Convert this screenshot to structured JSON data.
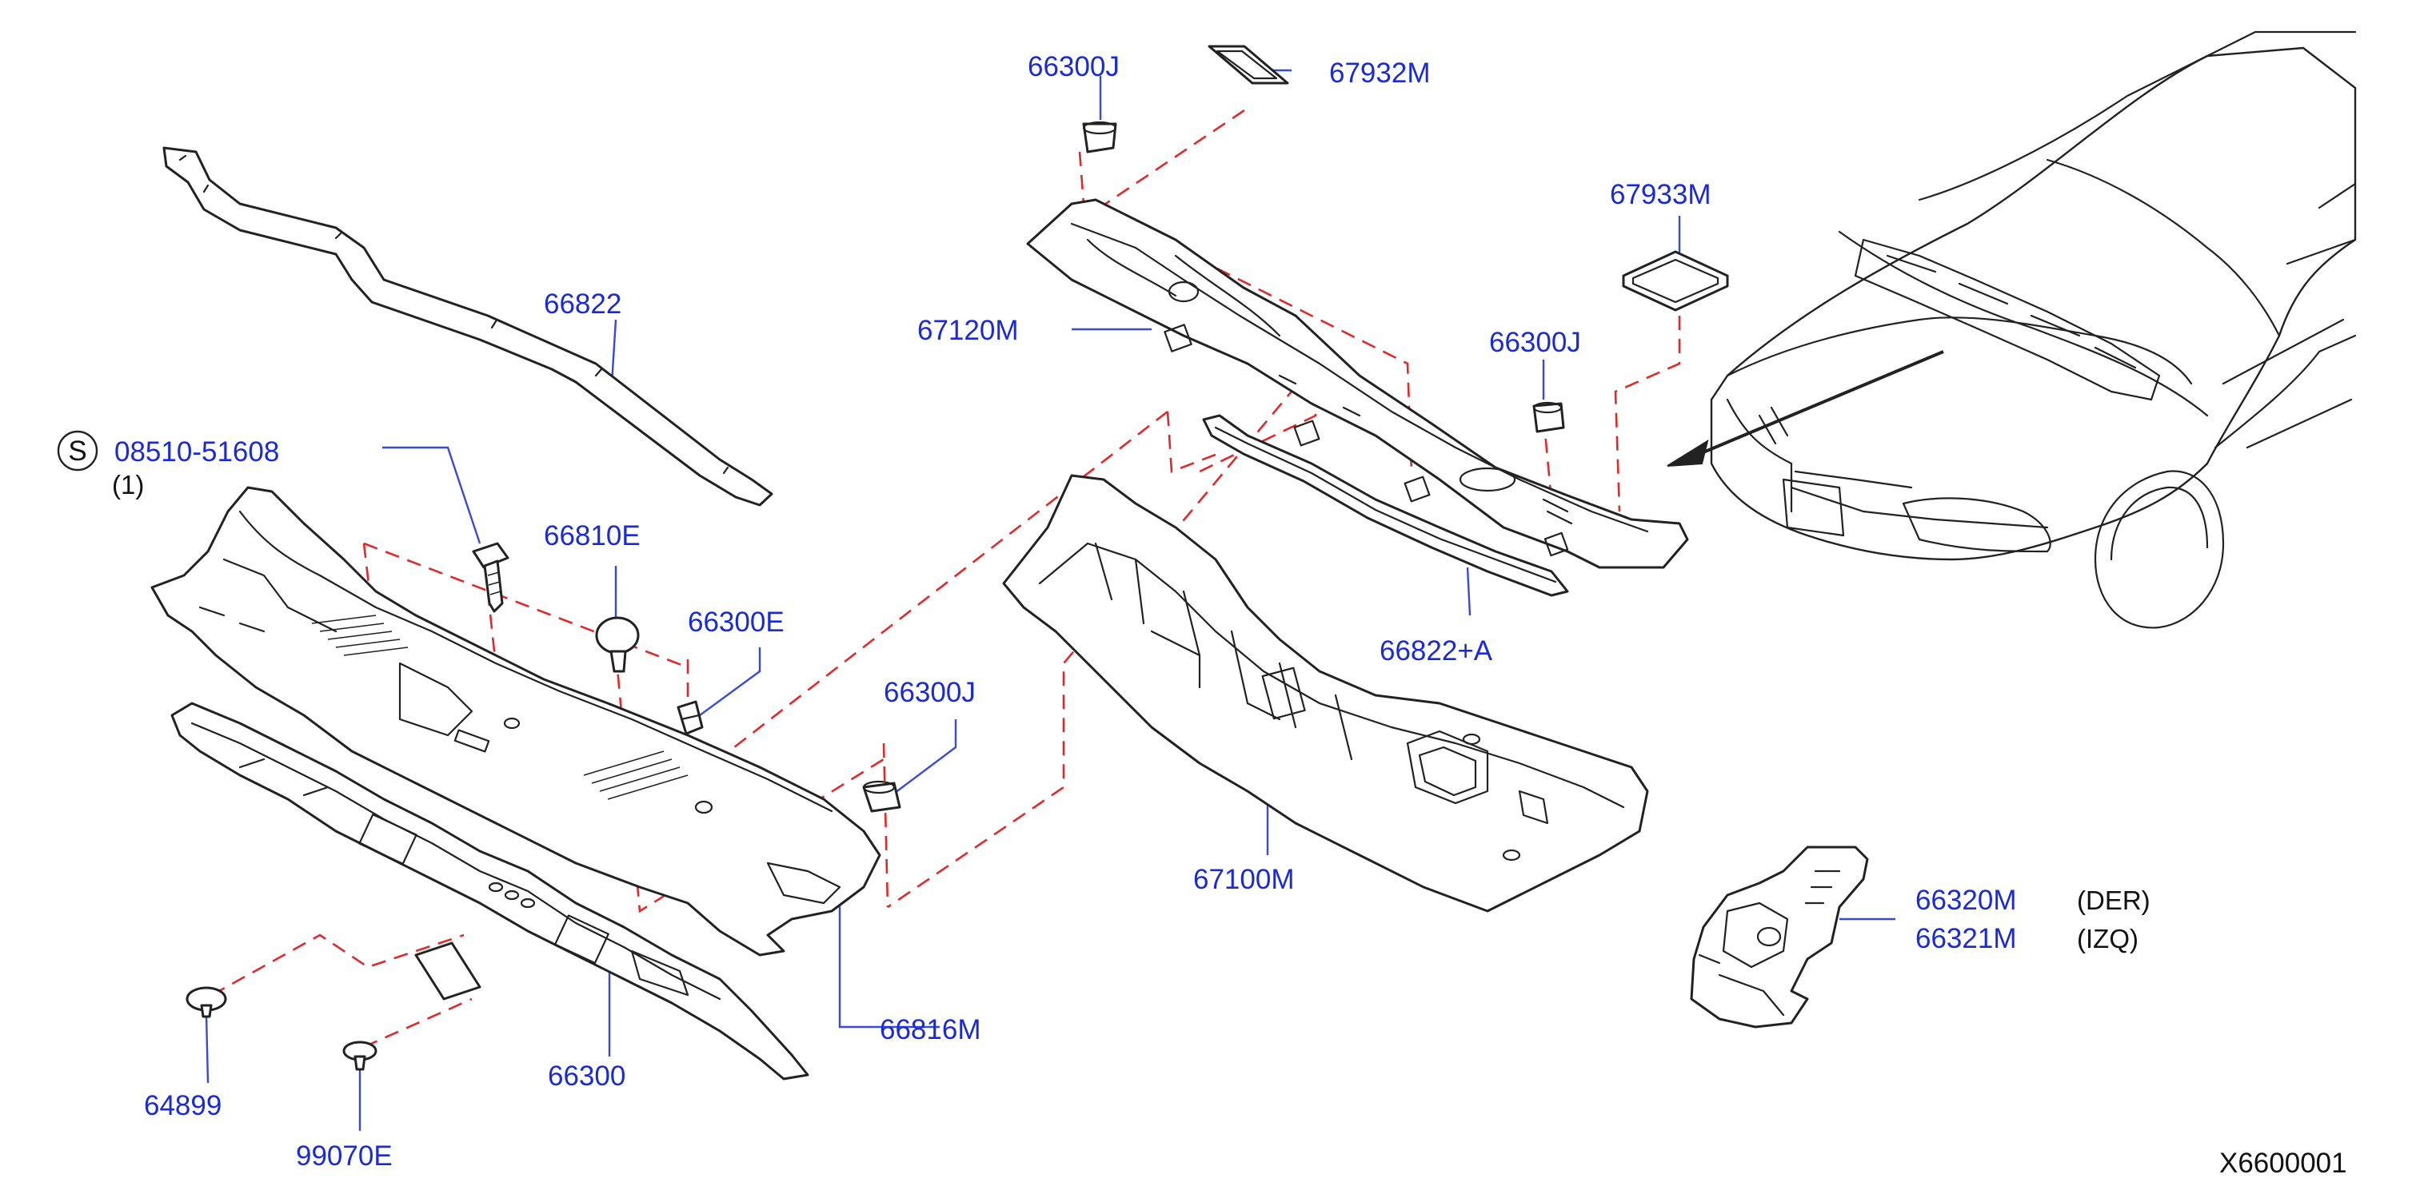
{
  "diagram": {
    "parts": {
      "p66300J_a": "66300J",
      "p67932M": "67932M",
      "p67933M": "67933M",
      "p66822": "66822",
      "p67120M": "67120M",
      "p66300J_b": "66300J",
      "p08510": "08510-51608",
      "p08510_qty": "(1)",
      "p08510_symbol": "S",
      "p66810E": "66810E",
      "p66300E": "66300E",
      "p66300J_c": "66300J",
      "p66822A": "66822+A",
      "p67100M": "67100M",
      "p66320M": "66320M",
      "p66321M": "66321M",
      "p66816M": "66816M",
      "p66300": "66300",
      "p64899": "64899",
      "p99070E": "99070E"
    },
    "notes": {
      "der": "(DER)",
      "izq": "(IZQ)"
    },
    "diagram_code": "X6600001",
    "colors": {
      "label_blue": "#1a2bd6",
      "leader_blue": "#3a4ad8",
      "dash_red": "#e02a2a",
      "line_black": "#222222"
    }
  }
}
